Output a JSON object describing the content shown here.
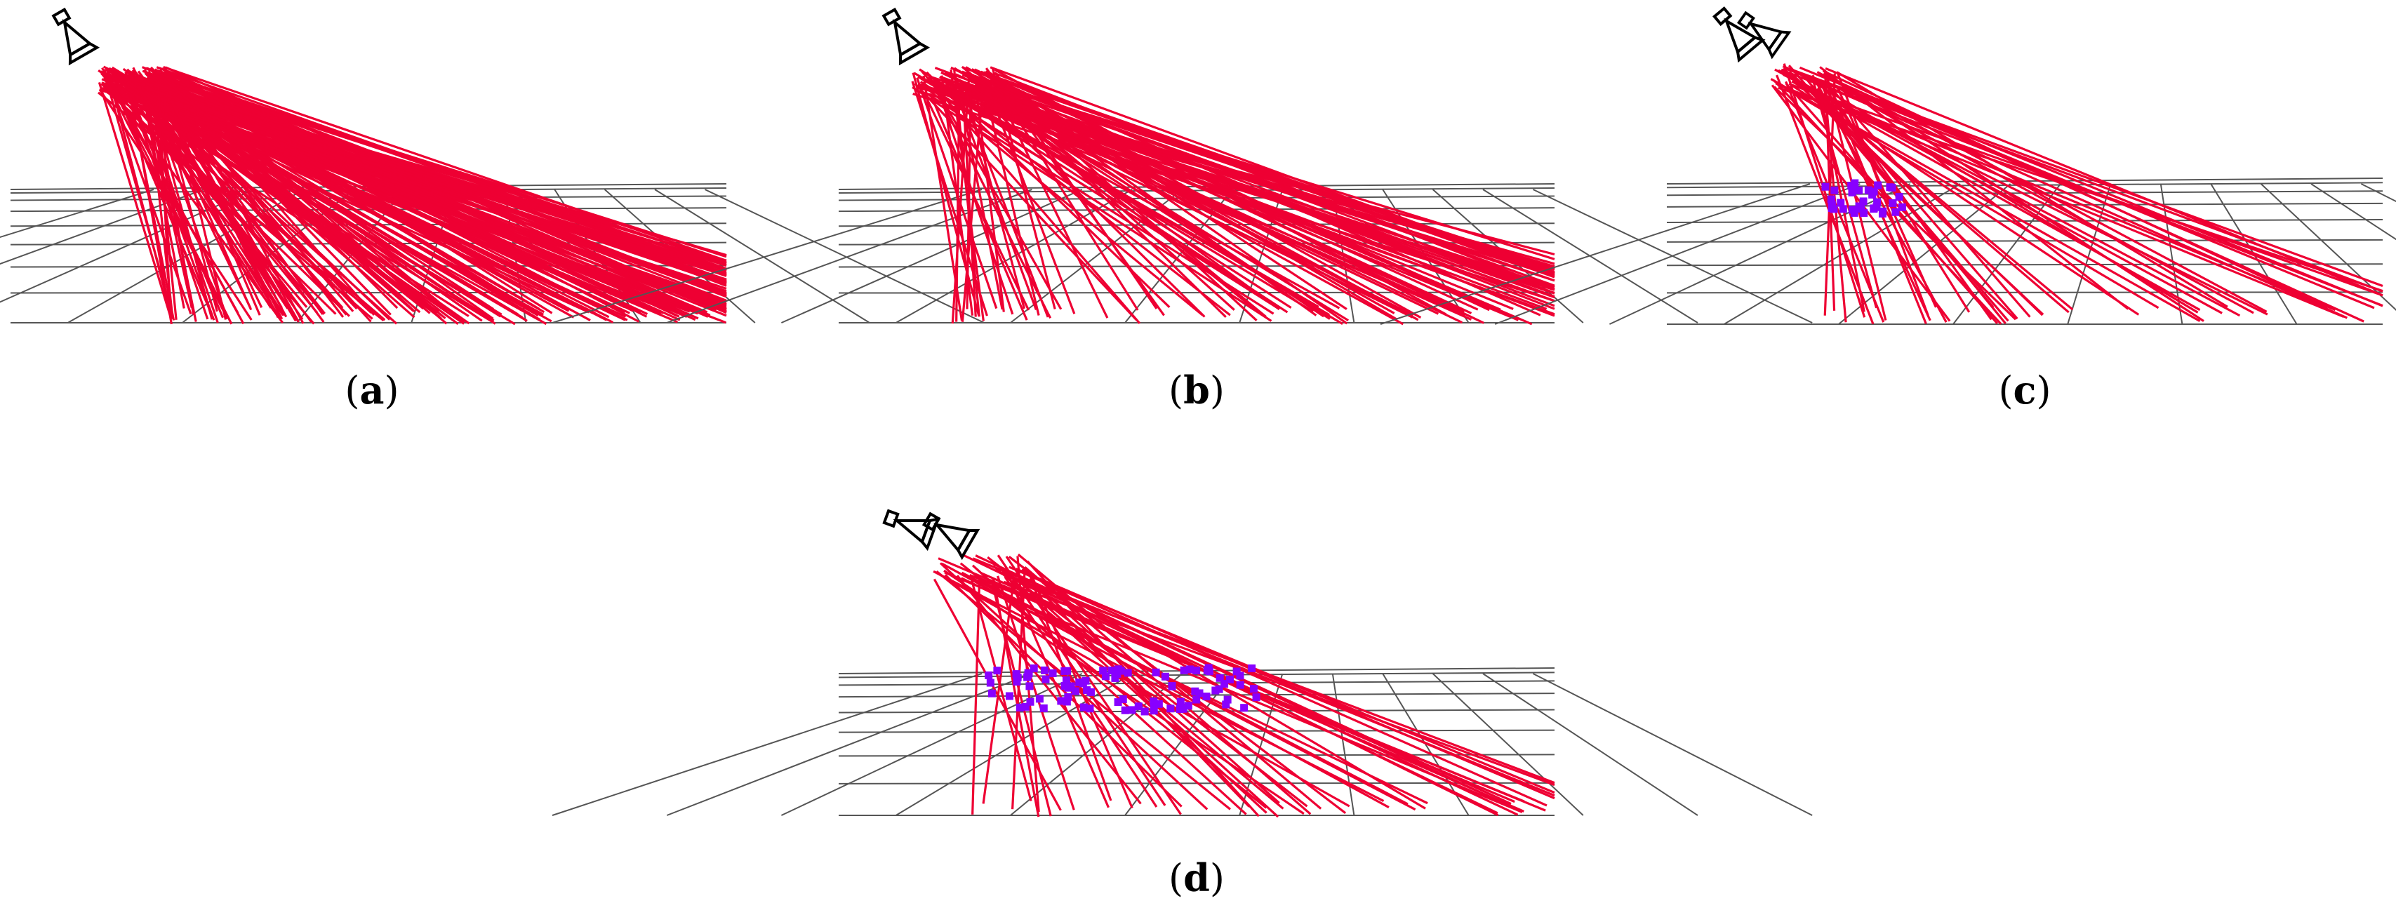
{
  "figure": {
    "panels": [
      {
        "id": "a",
        "caption": "a",
        "cameras": 1,
        "rays": "dense",
        "points": false
      },
      {
        "id": "b",
        "caption": "b",
        "cameras": 1,
        "rays": "medium",
        "points": false
      },
      {
        "id": "c",
        "caption": "c",
        "cameras": 2,
        "rays": "sparse",
        "points": true
      },
      {
        "id": "d",
        "caption": "d",
        "cameras": 2,
        "rays": "sparse",
        "points": true
      }
    ]
  },
  "colors": {
    "ray": "#ee0033",
    "point": "#8800ff",
    "grid": "#555555",
    "camera": "#000000"
  },
  "icons": {
    "camera": "camera-frustum-icon"
  }
}
